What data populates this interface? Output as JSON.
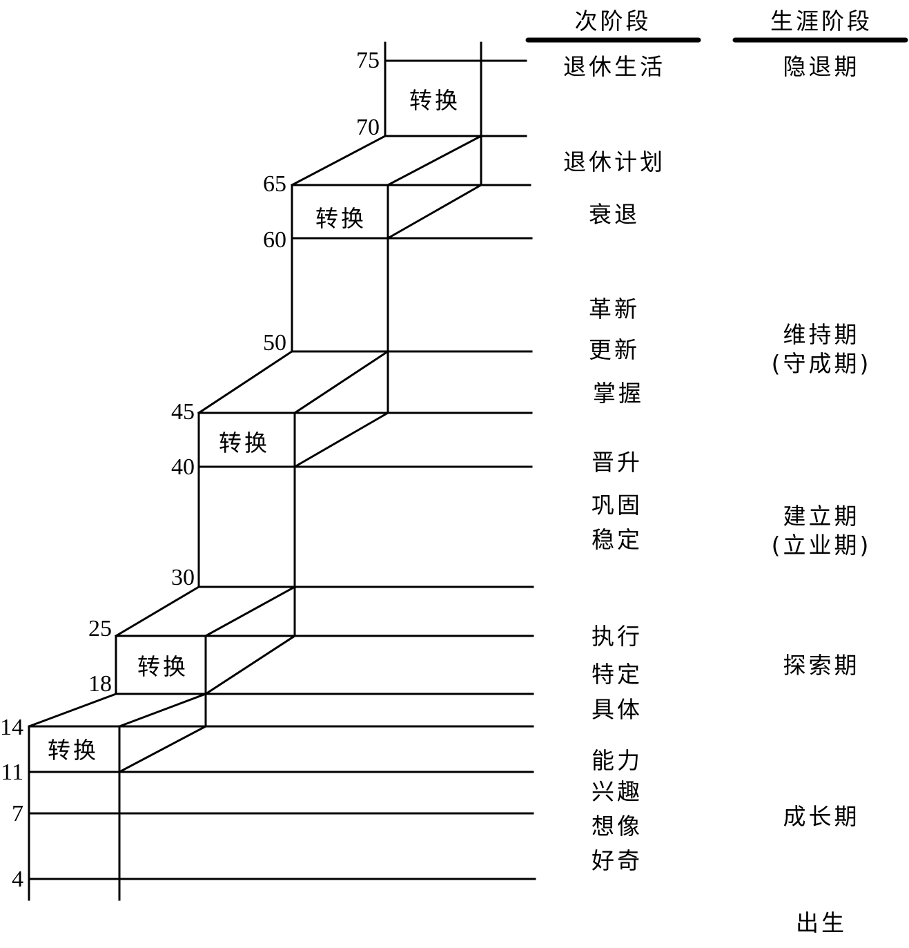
{
  "headers": {
    "substage": "次阶段",
    "career_stage": "生涯阶段"
  },
  "ages": [
    "75",
    "70",
    "65",
    "60",
    "50",
    "45",
    "40",
    "30",
    "25",
    "18",
    "14",
    "11",
    "7",
    "4"
  ],
  "transition_label": "转换",
  "substages": [
    "退休生活",
    "退休计划",
    "衰退",
    "革新",
    "更新",
    "掌握",
    "晋升",
    "巩固",
    "稳定",
    "执行",
    "特定",
    "具体",
    "能力",
    "兴趣",
    "想像",
    "好奇"
  ],
  "career_stages": {
    "decline": "隐退期",
    "maintenance": "维持期",
    "maintenance_alt": "(守成期)",
    "establishment": "建立期",
    "establishment_alt": "(立业期)",
    "exploration": "探索期",
    "growth": "成长期",
    "birth": "出生"
  }
}
